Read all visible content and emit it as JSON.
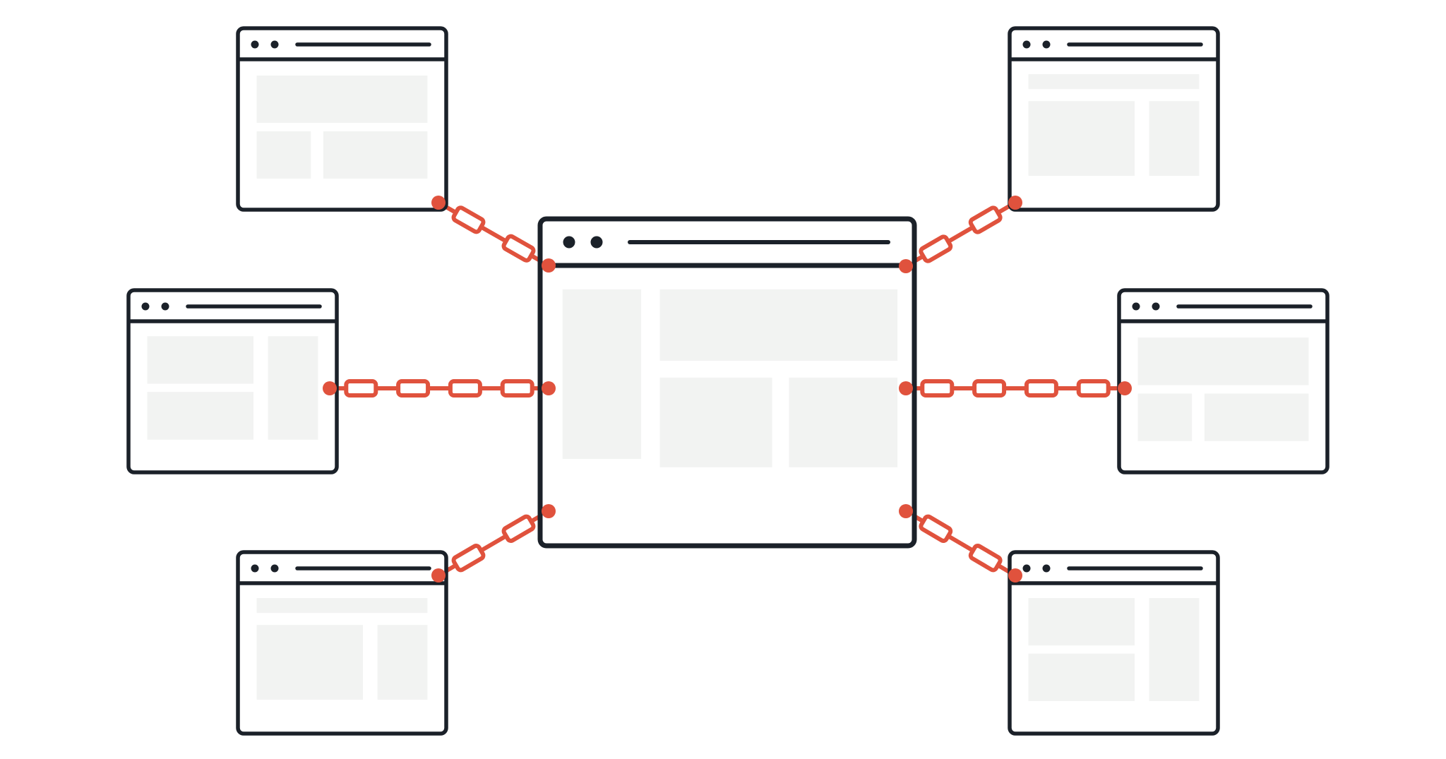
{
  "colors": {
    "background": "#ffffff",
    "outline": "#1b2129",
    "placeholder": "#f2f3f2",
    "link": "#e0523d"
  },
  "diagram": {
    "hub": {
      "name": "hub-browser-window",
      "layout": "sidebar-hero-two-cards"
    },
    "satellites": [
      {
        "name": "satellite-window-top-left",
        "layout": "hero-two-boxes"
      },
      {
        "name": "satellite-window-top-right",
        "layout": "banner-main-sidebar"
      },
      {
        "name": "satellite-window-middle-left",
        "layout": "stacked-sidebar-right"
      },
      {
        "name": "satellite-window-middle-right",
        "layout": "hero-two-boxes"
      },
      {
        "name": "satellite-window-bottom-left",
        "layout": "banner-main-sidebar"
      },
      {
        "name": "satellite-window-bottom-right",
        "layout": "stacked-sidebar-right"
      }
    ],
    "links": [
      {
        "name": "chain-link-top-left",
        "from": "satellite-window-top-left",
        "to": "hub-browser-window",
        "segments": 2
      },
      {
        "name": "chain-link-top-right",
        "from": "satellite-window-top-right",
        "to": "hub-browser-window",
        "segments": 2
      },
      {
        "name": "chain-link-middle-left",
        "from": "satellite-window-middle-left",
        "to": "hub-browser-window",
        "segments": 4
      },
      {
        "name": "chain-link-middle-right",
        "from": "satellite-window-middle-right",
        "to": "hub-browser-window",
        "segments": 4
      },
      {
        "name": "chain-link-bottom-left",
        "from": "satellite-window-bottom-left",
        "to": "hub-browser-window",
        "segments": 2
      },
      {
        "name": "chain-link-bottom-right",
        "from": "satellite-window-bottom-right",
        "to": "hub-browser-window",
        "segments": 2
      }
    ]
  }
}
